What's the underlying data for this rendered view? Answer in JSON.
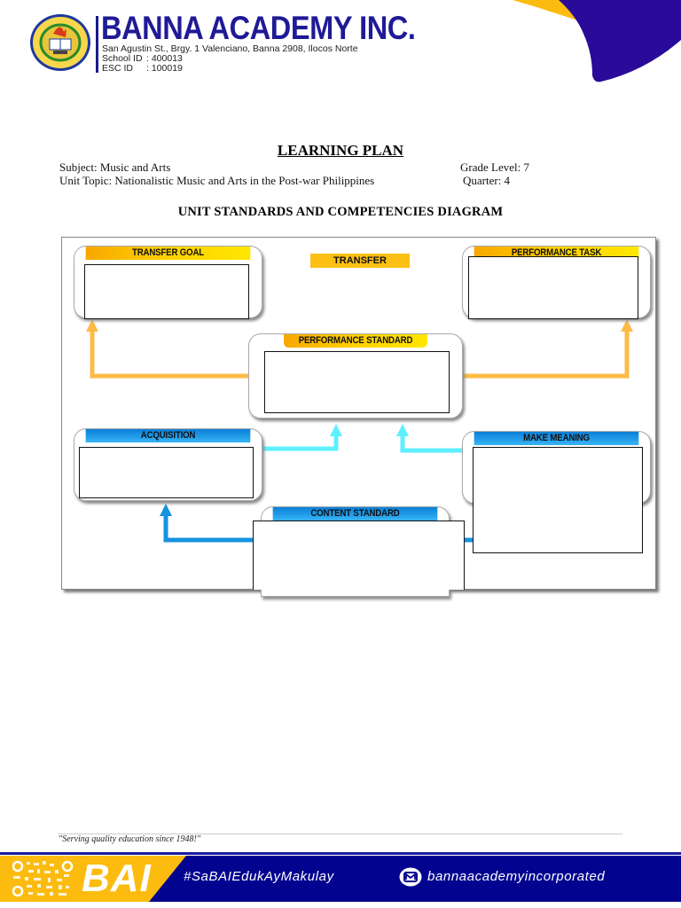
{
  "header": {
    "school_name": "BANNA ACADEMY INC.",
    "address": "San Agustin St., Brgy. 1 Valenciano, Banna 2908, Ilocos Norte",
    "school_id_label": "School ID",
    "school_id_value": ": 400013",
    "esc_id_label": "ESC ID",
    "esc_id_value": ": 100019",
    "logo_icon": "school-seal-icon",
    "colors": {
      "brand_blue": "#1f1a96",
      "accent_gold": "#fcbb0f",
      "corner_purple": "#2a0a99"
    }
  },
  "document": {
    "title": "LEARNING PLAN",
    "subject": "Subject: Music and Arts",
    "grade_level": "Grade Level: 7",
    "unit_topic": "Unit Topic: Nationalistic Music and Arts in the Post-war Philippines",
    "quarter": "Quarter: 4",
    "diagram_title": "UNIT STANDARDS AND COMPETENCIES DIAGRAM"
  },
  "diagram": {
    "transfer_label": "TRANSFER",
    "transfer_goal": {
      "label": "TRANSFER GOAL",
      "value": ""
    },
    "performance_task": {
      "label": "PERFORMANCE TASK",
      "value": ""
    },
    "performance_standard": {
      "label": "PERFORMANCE STANDARD",
      "value": ""
    },
    "acquisition": {
      "label": "ACQUISITION",
      "value": ""
    },
    "make_meaning": {
      "label": "MAKE MEANING",
      "value": ""
    },
    "content_standard": {
      "label": "CONTENT STANDARD",
      "value": ""
    },
    "colors": {
      "gold_arrow": "#fdbb45",
      "cyan_arrow": "#5ff0ff",
      "blue_arrow": "#1592e0"
    }
  },
  "footer": {
    "motto": "\"Serving quality education since 1948!\"",
    "brand": "BAI",
    "hashtag": "#SaBAIEdukAyMakulay",
    "facebook": "bannaacademyincorporated",
    "qr_icon": "qr-code-icon",
    "messenger_icon": "messenger-icon"
  }
}
